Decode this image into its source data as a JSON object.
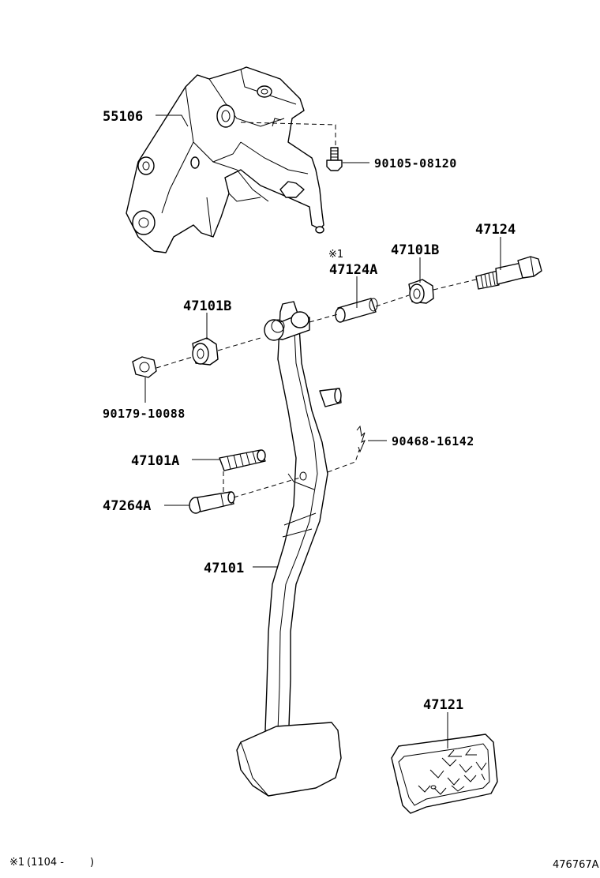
{
  "labels": {
    "bracket": "55106",
    "bolt_top": "90105-08120",
    "bolt_pivot": "47124",
    "bushing_right": "47101B",
    "collar_note_mark": "※1",
    "collar": "47124A",
    "bushing_left": "47101B",
    "nut": "90179-10088",
    "clip": "90468-16142",
    "spring": "47101A",
    "pin": "47264A",
    "pedal_arm": "47101",
    "pedal_pad": "47121"
  },
  "footnote": {
    "mark": "※1",
    "text": "(1104 -        )"
  },
  "diagram_code": "476767A"
}
